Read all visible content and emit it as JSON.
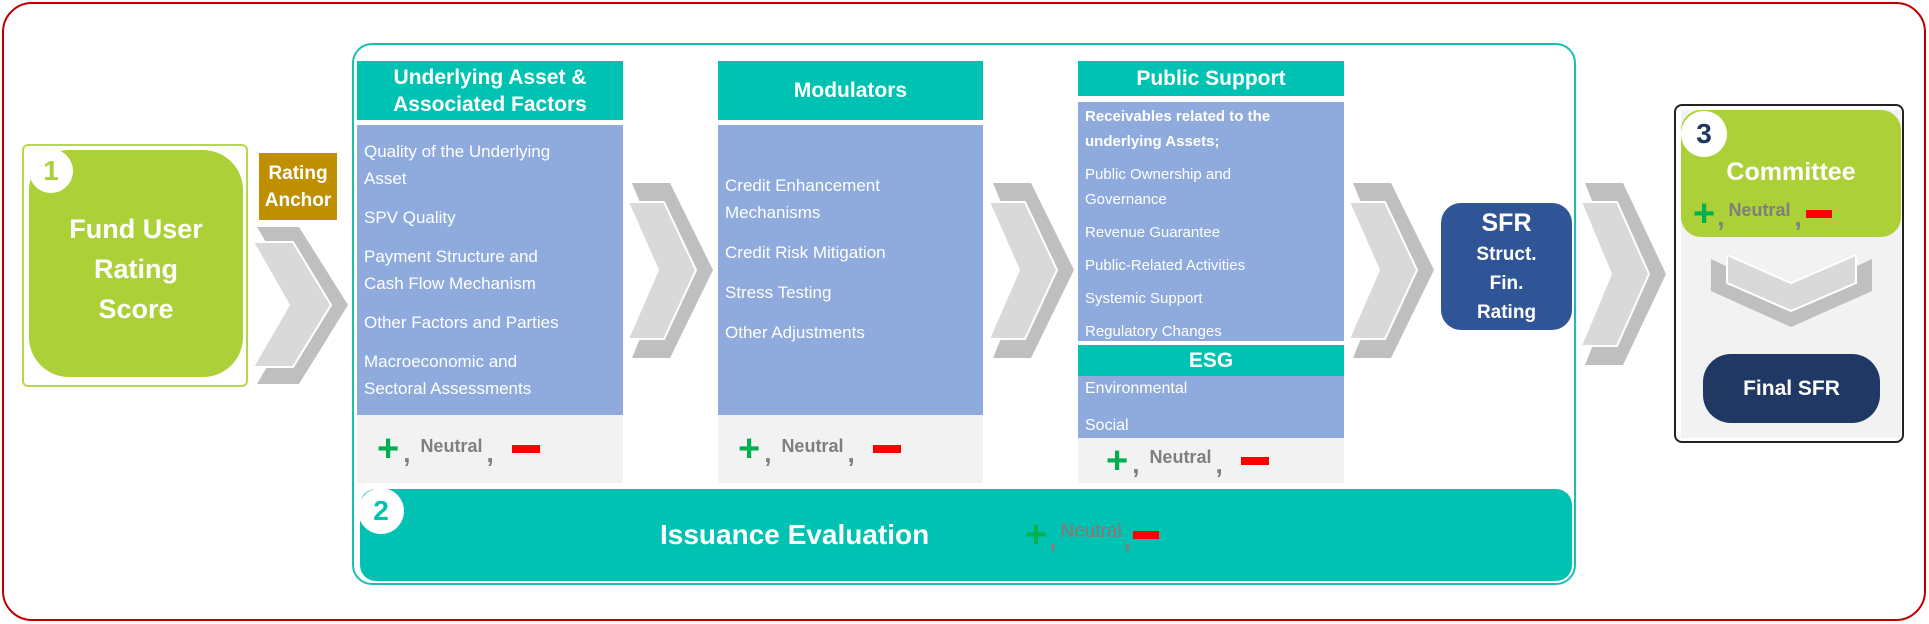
{
  "step1": {
    "number": "1",
    "title_lines": [
      "Fund User",
      "Rating",
      "Score"
    ]
  },
  "rating_anchor": {
    "lines": [
      "Rating",
      "Anchor"
    ]
  },
  "columns": [
    {
      "header_lines": [
        "Underlying Asset &",
        "Associated Factors"
      ],
      "items": [
        [
          "Quality of the Underlying",
          "Asset"
        ],
        [
          "SPV Quality"
        ],
        [
          "Payment Structure and",
          "Cash Flow Mechanism"
        ],
        [
          "Other Factors and Parties"
        ],
        [
          "Macroeconomic and",
          "Sectoral Assessments"
        ]
      ]
    },
    {
      "header_lines": [
        "Modulators"
      ],
      "items": [
        [
          "Credit Enhancement",
          "Mechanisms"
        ],
        [
          "Credit Risk Mitigation"
        ],
        [
          "Stress Testing"
        ],
        [
          "Other Adjustments"
        ]
      ]
    },
    {
      "header_lines": [
        "Public Support"
      ],
      "bold_item": [
        "Receivables related to the",
        "underlying Assets;"
      ],
      "items": [
        [
          "Public Ownership and",
          "Governance"
        ],
        [
          "Revenue Guarantee"
        ],
        [
          "Public-Related Activities"
        ],
        [
          "Systemic Support"
        ],
        [
          "Regulatory Changes"
        ]
      ],
      "esg": {
        "header": "ESG",
        "items": [
          "Environmental",
          "Social"
        ]
      }
    }
  ],
  "assessment": {
    "plus": "+",
    "comma": ",",
    "neutral": "Neutral",
    "minus": "−"
  },
  "step2": {
    "number": "2",
    "title": "Issuance Evaluation"
  },
  "sfr": {
    "lines": [
      "SFR",
      "Struct.",
      "Fin.",
      "Rating"
    ]
  },
  "step3": {
    "number": "3",
    "title": "Committee",
    "final": "Final SFR"
  },
  "colors": {
    "frame": "#c00000",
    "green": "#acd038",
    "teal": "#00c2b2",
    "blue_body": "#8faadc",
    "sfr": "#2f5597",
    "final": "#203864",
    "anchor": "#bf8f00",
    "plus": "#00b050",
    "minus": "#ff0000"
  }
}
